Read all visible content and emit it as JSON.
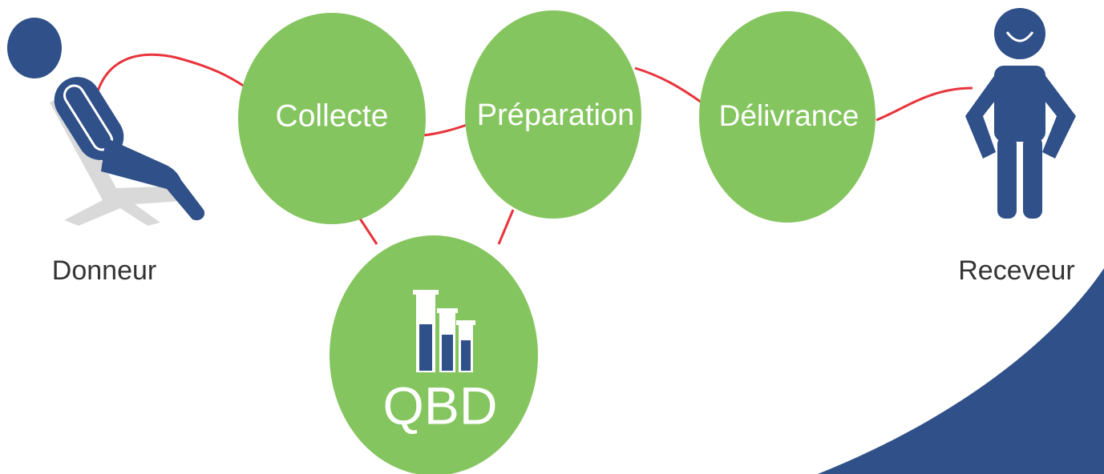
{
  "colors": {
    "node_green": "#85c55f",
    "link_red": "#e8343c",
    "figure_navy": "#2f5088",
    "chair_gray": "#d9d9d9",
    "label_gray": "#333333"
  },
  "actors": {
    "donor": {
      "label": "Donneur",
      "icon": "seated-donor-icon"
    },
    "recipient": {
      "label": "Receveur",
      "icon": "standing-person-icon"
    }
  },
  "steps": [
    {
      "id": "collecte",
      "label": "Collecte"
    },
    {
      "id": "preparation",
      "label": "Préparation"
    },
    {
      "id": "delivrance",
      "label": "Délivrance"
    }
  ],
  "qbd": {
    "label": "QBD",
    "icon": "test-tubes-icon"
  }
}
